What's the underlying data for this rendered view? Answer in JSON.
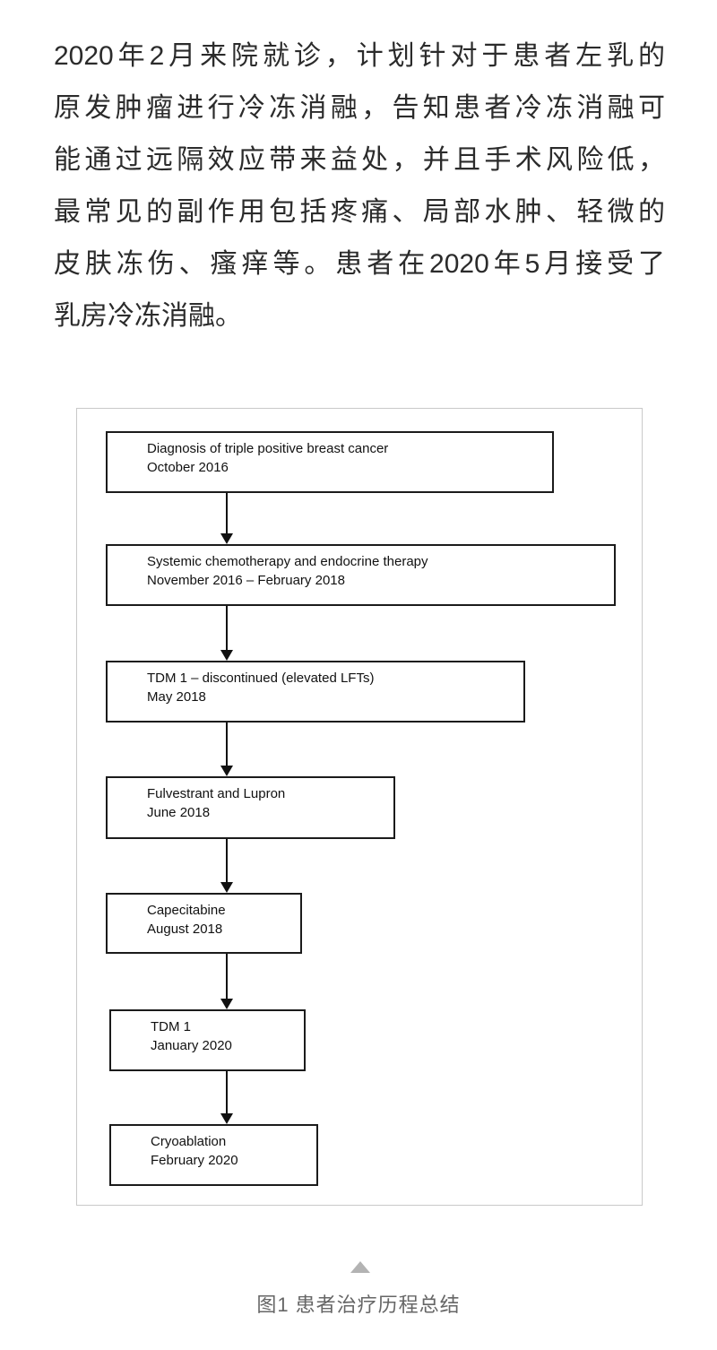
{
  "body_text": {
    "lines": [
      "2020年2月来院就诊，计划针对于患者左乳的",
      "原发肿瘤进行冷冻消融，告知患者冷冻消融可",
      "能通过远隔效应带来益处，并且手术风险低，",
      "最常见的副作用包括疼痛、局部水肿、轻微的",
      "皮肤冻伤、瘙痒等。患者在2020年5月接受了",
      "乳房冷冻消融。"
    ]
  },
  "figure": {
    "flowchart": {
      "nodes": [
        {
          "label": "Diagnosis of triple positive breast cancer",
          "date": "October 2016"
        },
        {
          "label": "Systemic chemotherapy and endocrine therapy",
          "date": "November 2016 – February 2018"
        },
        {
          "label": "TDM 1 – discontinued (elevated LFTs)",
          "date": "May 2018"
        },
        {
          "label": "Fulvestrant and Lupron",
          "date": "June 2018"
        },
        {
          "label": "Capecitabine",
          "date": "August 2018"
        },
        {
          "label": "TDM 1",
          "date": "January 2020"
        },
        {
          "label": "Cryoablation",
          "date": "February 2020"
        }
      ]
    },
    "caption": "图1 患者治疗历程总结"
  },
  "icons": {
    "collapse_figure": "triangle-up-icon"
  },
  "colors": {
    "body_text": "#2b2b2b",
    "box_border": "#1b1b1b",
    "panel_border": "#c9c9c9",
    "caption_text": "#666666",
    "triangle": "#b3b3b3"
  }
}
